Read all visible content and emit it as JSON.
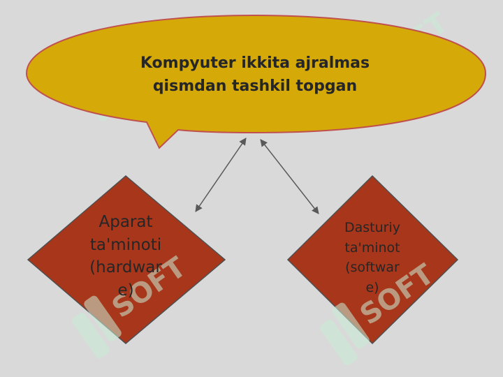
{
  "callout": {
    "text": "Kompyuter ikkita ajralmas\nqismdan tashkil topgan"
  },
  "hardware_box": {
    "text": "Aparat\nta'minoti\n(hardwar\ne)"
  },
  "software_box": {
    "text": "Dasturiy\nta'minot\n(softwar\ne)"
  },
  "watermark": {
    "brand": "SOFT"
  },
  "colors": {
    "background": "#d9d9d9",
    "callout_fill": "#d4a908",
    "callout_stroke": "#c0504d",
    "diamond_fill": "#a8361b",
    "diamond_stroke": "#4f4f4f",
    "arrow": "#595959",
    "watermark": "#c9ecd6"
  }
}
